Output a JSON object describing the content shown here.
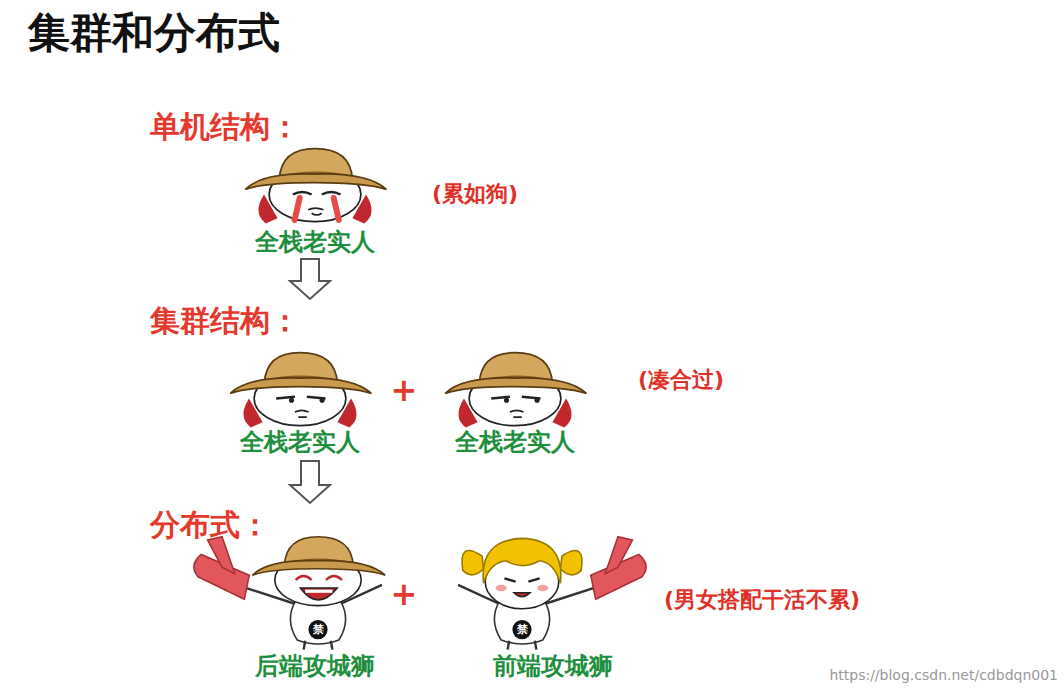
{
  "diagram": {
    "title": "集群和分布式",
    "nodes": [
      {
        "text": [
          "单机结构：",
          "(累如狗)"
        ]
      },
      {
        "text": [
          "全栈老实人"
        ],
        "in": 0
      },
      {
        "text": [
          "集群结构：",
          "(凑合过)"
        ]
      },
      {
        "text": [
          "全栈老实人"
        ],
        "in": 2
      },
      {
        "text": [
          "全栈老实人"
        ],
        "in": 2
      },
      {
        "text": [
          "分布式：",
          "(男女搭配干活不累)"
        ]
      },
      {
        "text": [
          "后端攻城狮"
        ],
        "in": 5
      },
      {
        "text": [
          "前端攻城狮"
        ],
        "in": 5
      }
    ],
    "edges": [
      {
        "from": 0,
        "to": 2,
        "arrow": "to"
      },
      {
        "from": 2,
        "to": 5,
        "arrow": "to"
      }
    ],
    "labels": [
      "+",
      "+",
      "禁",
      "禁",
      "https://blog.csdn.net/cdbdqn001"
    ]
  }
}
